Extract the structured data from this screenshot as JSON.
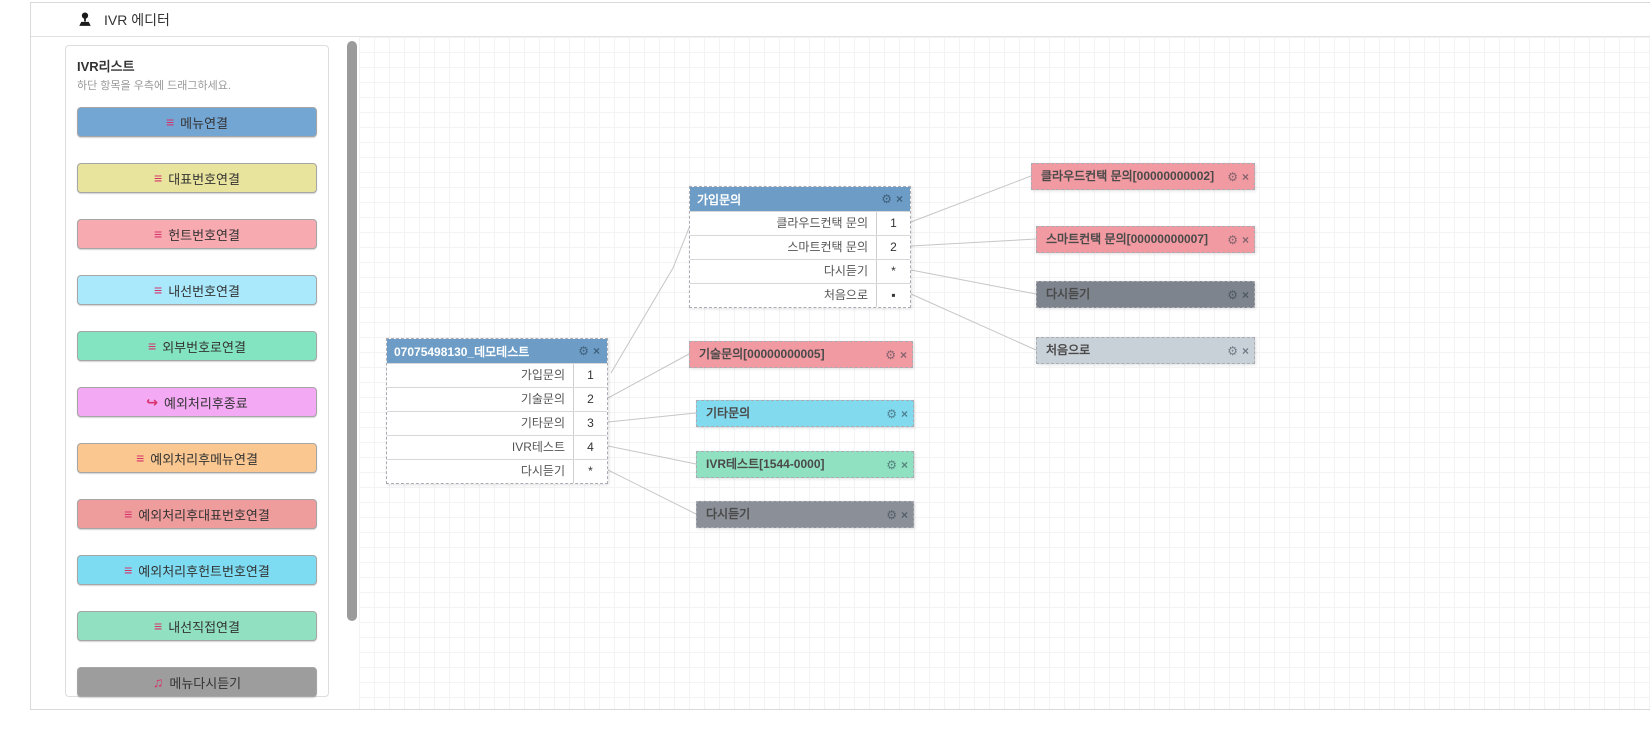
{
  "app": {
    "title": "IVR 에디터"
  },
  "sidebar": {
    "title": "IVR리스트",
    "subtitle": "하단 항목을 우측에 드래그하세요.",
    "items": [
      {
        "label": "메뉴연결",
        "color": "#74a6d4",
        "icon": "menu-lines-icon",
        "icon_glyph": "≡"
      },
      {
        "label": "대표번호연결",
        "color": "#e9e49d",
        "icon": "menu-lines-icon",
        "icon_glyph": "≡"
      },
      {
        "label": "헌트번호연결",
        "color": "#f7aab0",
        "icon": "menu-lines-icon",
        "icon_glyph": "≡"
      },
      {
        "label": "내선번호연결",
        "color": "#a9e9fb",
        "icon": "menu-lines-icon",
        "icon_glyph": "≡"
      },
      {
        "label": "외부번호로연결",
        "color": "#83e4c2",
        "icon": "menu-lines-icon",
        "icon_glyph": "≡"
      },
      {
        "label": "예외처리후종료",
        "color": "#f3a9f3",
        "icon": "redirect-arrow-icon",
        "icon_glyph": "↪"
      },
      {
        "label": "예외처리후메뉴연결",
        "color": "#fac791",
        "icon": "menu-lines-icon",
        "icon_glyph": "≡"
      },
      {
        "label": "예외처리후대표번호연결",
        "color": "#ef9c9c",
        "icon": "menu-lines-icon",
        "icon_glyph": "≡"
      },
      {
        "label": "예외처리후헌트번호연결",
        "color": "#7edcf2",
        "icon": "menu-lines-icon",
        "icon_glyph": "≡"
      },
      {
        "label": "내선직접연결",
        "color": "#90e0c1",
        "icon": "menu-lines-icon",
        "icon_glyph": "≡"
      },
      {
        "label": "메뉴다시듣기",
        "color": "#9d9d9d",
        "icon": "music-note-icon",
        "icon_glyph": "♫"
      }
    ]
  },
  "icons": {
    "gear": "⚙",
    "close": "×"
  },
  "canvas": {
    "menu_nodes": [
      {
        "title": "07075498130_데모테스트",
        "rows": [
          {
            "label": "가입문의",
            "key": "1"
          },
          {
            "label": "기술문의",
            "key": "2"
          },
          {
            "label": "기타문의",
            "key": "3"
          },
          {
            "label": "IVR테스트",
            "key": "4"
          },
          {
            "label": "다시듣기",
            "key": "*"
          }
        ]
      },
      {
        "title": "가입문의",
        "rows": [
          {
            "label": "클라우드컨택 문의",
            "key": "1"
          },
          {
            "label": "스마트컨택 문의",
            "key": "2"
          },
          {
            "label": "다시듣기",
            "key": "*"
          },
          {
            "label": "처음으로",
            "key": "▪"
          }
        ]
      }
    ],
    "leaf_nodes": [
      {
        "label": "기술문의[00000000005]",
        "color": "#f29aa1"
      },
      {
        "label": "기타문의",
        "color": "#82daee"
      },
      {
        "label": "IVR테스트[1544-0000]",
        "color": "#8fe1c1"
      },
      {
        "label": "다시듣기",
        "color": "#8b9098"
      },
      {
        "label": "클라우드컨택 문의[00000000002]",
        "color": "#f29aa1"
      },
      {
        "label": "스마트컨택 문의[00000000007]",
        "color": "#f29aa1"
      },
      {
        "label": "다시듣기",
        "color": "#7d848d"
      },
      {
        "label": "처음으로",
        "color": "#c9d1d8"
      }
    ]
  }
}
